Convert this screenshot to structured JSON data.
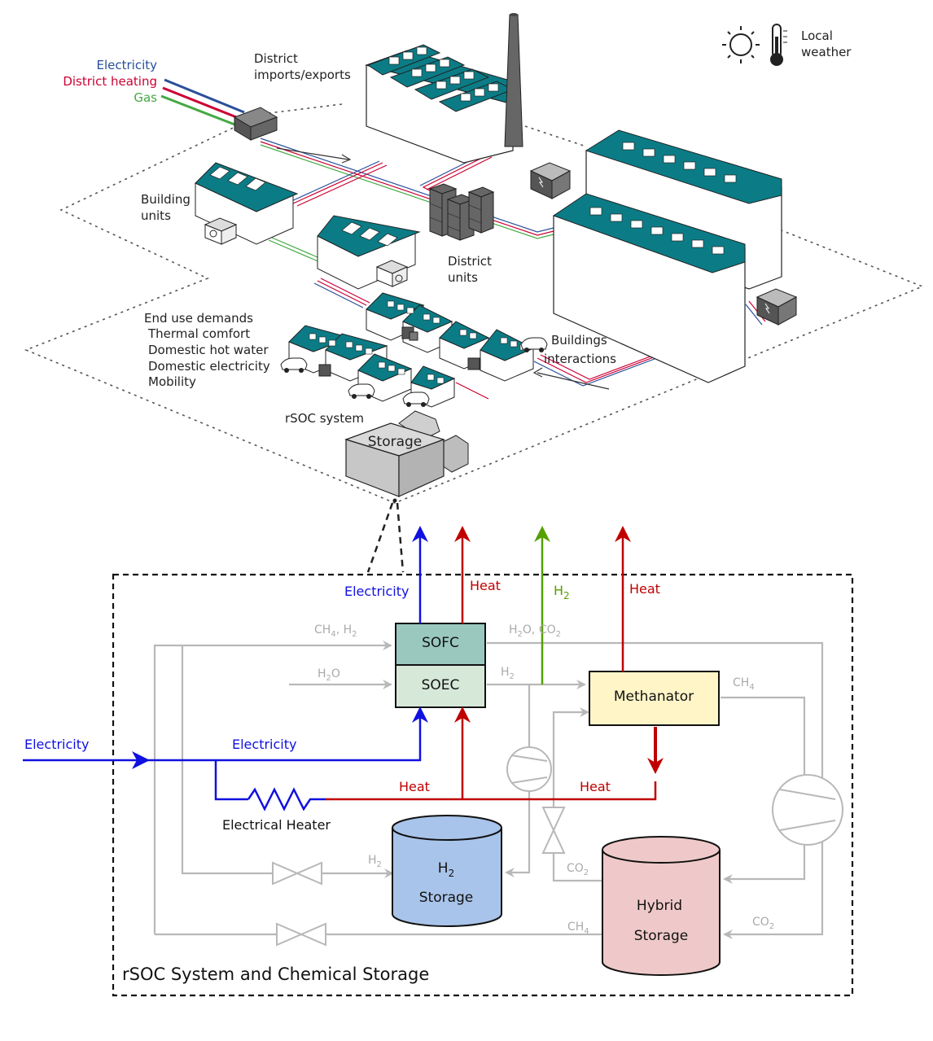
{
  "district": {
    "feed_labels": {
      "electricity": "Electricity",
      "district_heating": "District heating",
      "gas": "Gas"
    },
    "imports_exports": [
      "District",
      "imports/exports"
    ],
    "local_weather": [
      "Local",
      "weather"
    ],
    "building_units": [
      "Building",
      "units"
    ],
    "district_units": [
      "District",
      "units"
    ],
    "end_use_title": "End use demands",
    "end_use_items": [
      "Thermal comfort",
      "Domestic hot water",
      "Domestic electricity",
      "Mobility"
    ],
    "buildings_interactions": [
      "Buildings",
      "interactions"
    ],
    "rsoc_system": "rSOC system",
    "storage_box": "Storage"
  },
  "system": {
    "frame_title": "rSOC System and Chemical Storage",
    "sofc": "SOFC",
    "soec": "SOEC",
    "methanator": "Methanator",
    "h2_storage": [
      "H2",
      "Storage"
    ],
    "hybrid_storage": [
      "Hybrid",
      "Storage"
    ],
    "electrical_heater": "Electrical Heater",
    "outputs": {
      "electricity": "Electricity",
      "heat_1": "Heat",
      "h2": "H2",
      "heat_2": "Heat"
    },
    "electricity_in": "Electricity",
    "electricity_bus": "Electricity",
    "heat_left": "Heat",
    "heat_right": "Heat",
    "flows": {
      "ch4_h2_in": "CH4, H2",
      "h2o_in": "H2O",
      "h2o_co2_out": "H2O, CO2",
      "h2_out": "H2",
      "ch4_out": "CH4",
      "h2_tank": "H2",
      "co2_valve": "CO2",
      "ch4_bottom": "CH4",
      "co2_right": "CO2"
    }
  },
  "colors": {
    "electricity": "#1010e0",
    "heat": "#c00000",
    "h2": "#55a000",
    "gas_line": "#b8b8b8",
    "teal_roof": "#0b7c86",
    "sofc_fill": "#9ac8bf",
    "soec_fill": "#d6e8d8",
    "methanator_fill": "#fff5c7",
    "h2_storage_fill": "#a9c4ea",
    "hybrid_storage_fill": "#efc9c9",
    "feed_electricity": "#2a4f9a",
    "feed_heating": "#cc0033",
    "feed_gas": "#44aa44"
  },
  "icons": [
    "sun-icon",
    "thermometer-icon",
    "battery-icon",
    "heat-pump-icon",
    "car-icon",
    "compressor-icon",
    "valve-icon",
    "resistor-icon",
    "chimney-icon"
  ]
}
